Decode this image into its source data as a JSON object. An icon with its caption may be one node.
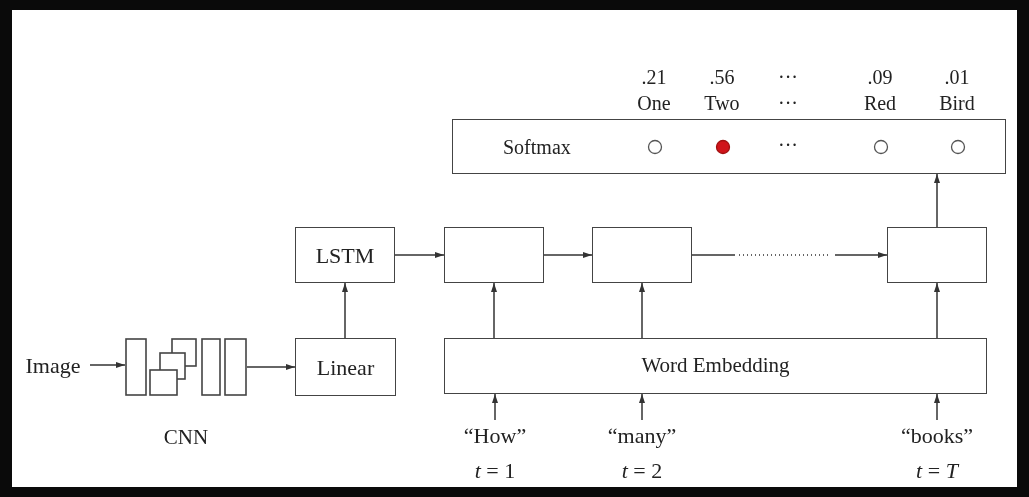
{
  "diagram": {
    "nodes": [
      {
        "text": [
          "Softmax"
        ]
      },
      {
        "text": [
          "LSTM"
        ]
      },
      {
        "text": [],
        "shape": "box"
      },
      {
        "text": [],
        "shape": "box"
      },
      {
        "text": [],
        "shape": "box"
      },
      {
        "text": [
          "Image"
        ]
      },
      {
        "text": [],
        "shape": "picture",
        "beside": [
          "CNN"
        ]
      },
      {
        "text": [
          "Linear"
        ]
      },
      {
        "text": [
          "Word Embedding"
        ]
      },
      {
        "text": [
          "“How”"
        ],
        "beside": [
          "*t* = 1"
        ]
      },
      {
        "text": [
          "“many”"
        ],
        "beside": [
          "*t* = 2"
        ]
      },
      {
        "text": [
          "“books”"
        ],
        "beside": [
          "*t* = *T*"
        ]
      }
    ],
    "edges": [
      {
        "from": 5,
        "to": 6,
        "arrow": "to"
      },
      {
        "from": 6,
        "to": 7,
        "arrow": "to"
      },
      {
        "from": 7,
        "to": 1,
        "arrow": "to"
      },
      {
        "from": 1,
        "to": 2,
        "arrow": "to"
      },
      {
        "from": 2,
        "to": 3,
        "arrow": "to"
      },
      {
        "from": 3,
        "to": 4,
        "arrow": "to",
        "style": "dashed"
      },
      {
        "from": 8,
        "to": 2,
        "arrow": "to"
      },
      {
        "from": 8,
        "to": 3,
        "arrow": "to"
      },
      {
        "from": 8,
        "to": 4,
        "arrow": "to"
      },
      {
        "from": 9,
        "to": 8,
        "arrow": "to"
      },
      {
        "from": 10,
        "to": 8,
        "arrow": "to"
      },
      {
        "from": 11,
        "to": 8,
        "arrow": "to"
      },
      {
        "from": 4,
        "to": 0,
        "arrow": "to"
      }
    ],
    "labels": [
      ".21",
      ".56",
      "···",
      ".09",
      ".01",
      "One",
      "Two",
      "···",
      "Red",
      "Bird",
      "···"
    ]
  }
}
